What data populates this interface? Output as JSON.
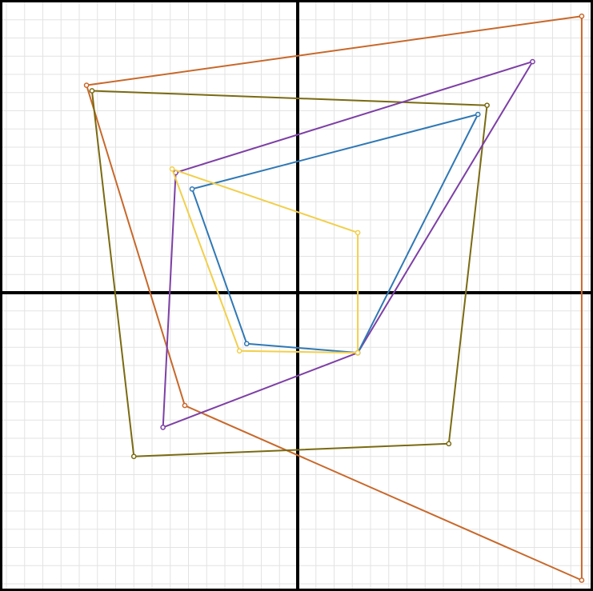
{
  "chart_data": {
    "type": "line",
    "grid": true,
    "axes": "center-cross",
    "xlim": [
      -8,
      8
    ],
    "ylim": [
      -8,
      8
    ],
    "colors": {
      "background": "#ffffff",
      "grid": "#e3e3e3",
      "axis": "#000000"
    },
    "series": [
      {
        "color": "#c8682a",
        "closed": true,
        "points": [
          [
            -5.8,
            5.7
          ],
          [
            7.8,
            7.6
          ],
          [
            7.8,
            -7.9
          ],
          [
            -3.1,
            -3.1
          ]
        ]
      },
      {
        "color": "#7a6a12",
        "closed": true,
        "points": [
          [
            -5.65,
            5.55
          ],
          [
            5.2,
            5.15
          ],
          [
            4.15,
            -4.15
          ],
          [
            -4.5,
            -4.5
          ]
        ]
      },
      {
        "color": "#7d3fa5",
        "closed": true,
        "points": [
          [
            -3.35,
            3.3
          ],
          [
            6.45,
            6.35
          ],
          [
            1.65,
            -1.65
          ],
          [
            -3.7,
            -3.7
          ]
        ]
      },
      {
        "color": "#2f78b5",
        "closed": true,
        "points": [
          [
            -2.9,
            2.85
          ],
          [
            4.95,
            4.9
          ],
          [
            1.65,
            -1.65
          ],
          [
            -1.4,
            -1.4
          ]
        ]
      },
      {
        "color": "#f2cf4a",
        "closed": true,
        "points": [
          [
            -3.45,
            3.4
          ],
          [
            1.65,
            1.65
          ],
          [
            1.65,
            -1.65
          ],
          [
            -1.6,
            -1.6
          ]
        ]
      }
    ]
  }
}
